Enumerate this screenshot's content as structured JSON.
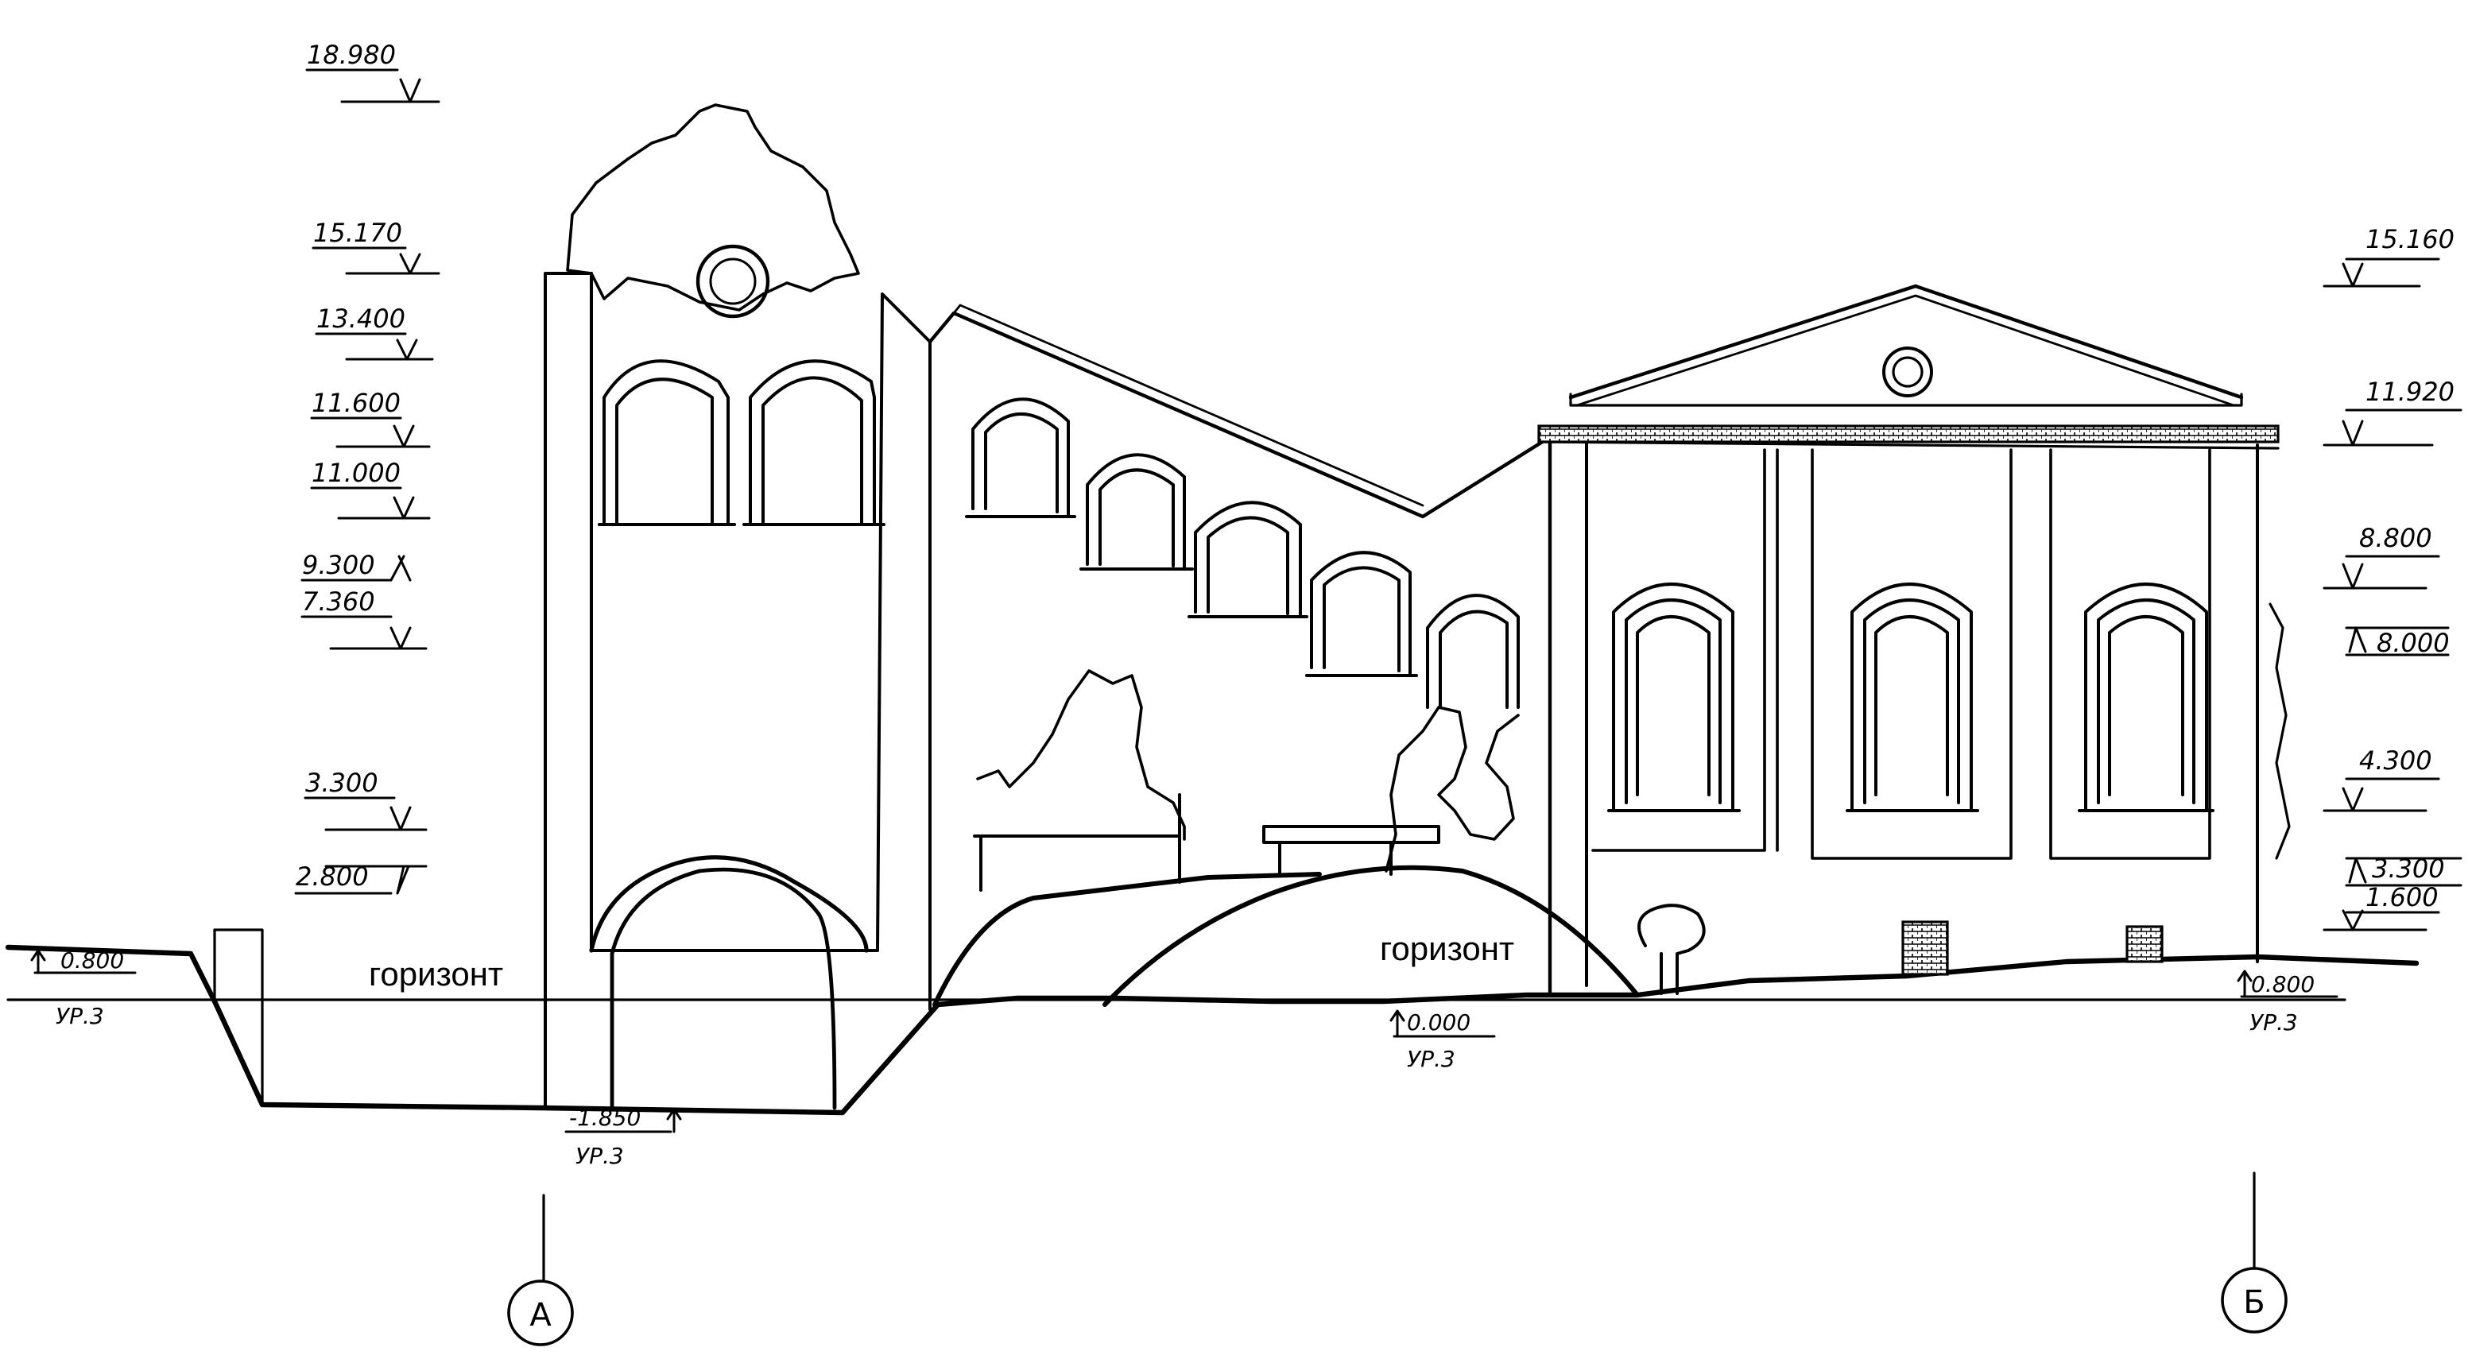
{
  "drawing": {
    "horizon_label_left": "горизонт",
    "horizon_label_center": "горизонт",
    "axis_a": "А",
    "axis_b": "Б",
    "ground_marks": {
      "left_level": "0.800",
      "left_sub": "УР.3",
      "tower_bottom": "-1.850",
      "tower_sub": "УР.3",
      "center_level": "0.000",
      "center_sub": "УР.3",
      "right_level": "0.800",
      "right_sub": "УР.3"
    },
    "left_levels": [
      "18.980",
      "15.170",
      "13.400",
      "11.600",
      "11.000",
      "9.300",
      "7.360",
      "3.300",
      "2.800"
    ],
    "right_levels": [
      "15.160",
      "11.920",
      "8.800",
      "8.000",
      "4.300",
      "3.300",
      "1.600"
    ]
  }
}
